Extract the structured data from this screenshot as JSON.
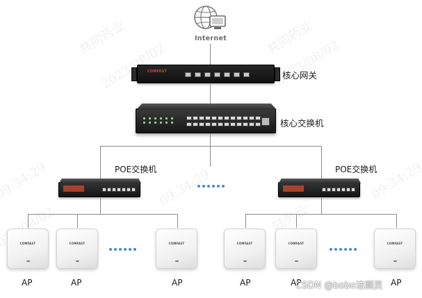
{
  "diagram": {
    "internet": {
      "label": "Internet",
      "icon": "globe-computer-icon"
    },
    "gateway": {
      "label": "核心网关",
      "brand": "COMFAST"
    },
    "core_switch": {
      "label": "核心交换机"
    },
    "poe_switches": [
      {
        "label": "POE交换机"
      },
      {
        "label": "POE交换机"
      }
    ],
    "access_points": [
      {
        "label": "AP",
        "brand": "COMFAST"
      },
      {
        "label": "AP",
        "brand": "COMFAST"
      },
      {
        "label": "AP",
        "brand": "COMFAST"
      },
      {
        "label": "AP",
        "brand": "COMFAST"
      },
      {
        "label": "AP",
        "brand": "COMFAST"
      },
      {
        "label": "AP",
        "brand": "COMFAST"
      }
    ],
    "accent_color": "#4a86d8"
  },
  "watermark": {
    "company_line1": "共同药业",
    "company_line2": "陆务云",
    "date": "2023/08/02",
    "time": "09:34:29"
  },
  "footer": {
    "credit": "CSDN @bobo洁厕灵"
  }
}
